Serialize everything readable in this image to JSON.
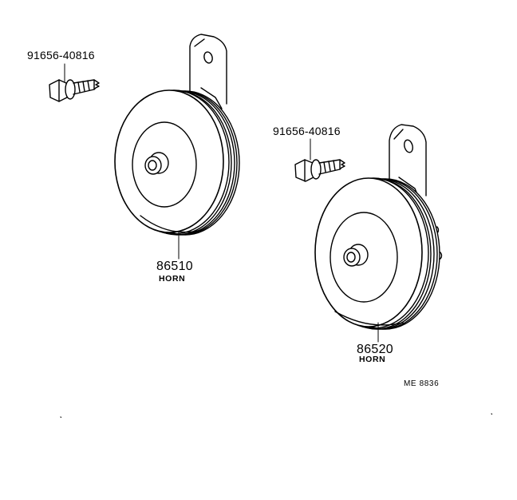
{
  "callouts": {
    "bolt_left_part_no": "91656-40816",
    "bolt_right_part_no": "91656-40816",
    "horn_left_part_no": "86510",
    "horn_left_name": "HORN",
    "horn_right_part_no": "86520",
    "horn_right_name": "HORN"
  },
  "figure_code": "ME 8836"
}
